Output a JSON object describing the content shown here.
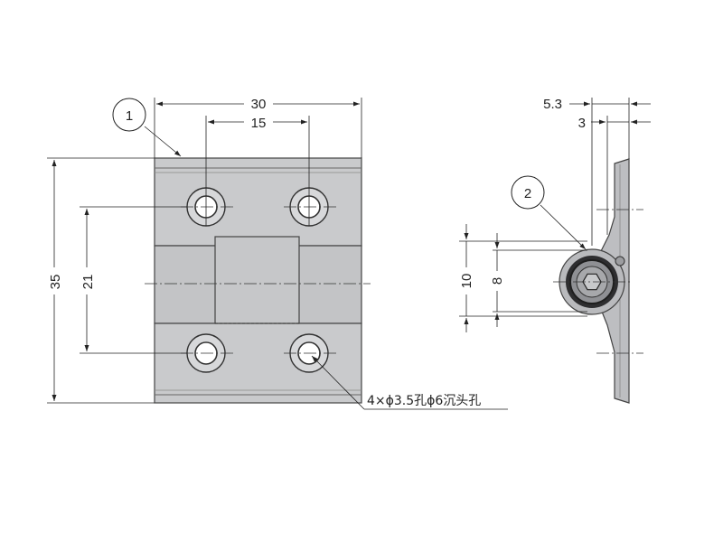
{
  "dimensions": {
    "width_total": "30",
    "hole_spacing_x": "15",
    "height_total": "35",
    "hole_spacing_y": "21",
    "side_offset_outer": "5.3",
    "side_offset_inner": "3",
    "knuckle_outer": "10",
    "knuckle_inner": "8"
  },
  "callouts": {
    "part_1": "1",
    "part_2": "2"
  },
  "note": "4×ϕ3.5孔ϕ6沉头孔",
  "colors": {
    "body_fill": "#c9cacc",
    "body_dark": "#a9aaad",
    "line": "#222222"
  }
}
